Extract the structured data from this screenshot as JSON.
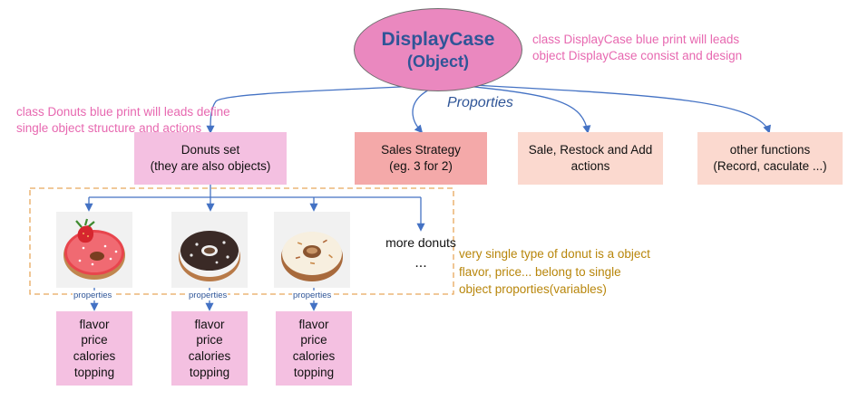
{
  "root": {
    "title": "DisplayCase",
    "subtitle": "(Object)"
  },
  "notes": {
    "displaycase": [
      "class DisplayCase blue print will leads",
      "object DisplayCase consist and design"
    ],
    "donuts_class": [
      "class Donuts blue print will leads define",
      "single object structure and actions"
    ],
    "single_object": [
      "very single type of donut is a object",
      "flavor, price... belong to single",
      "object proporties(variables)"
    ]
  },
  "properties_title": "Proporties",
  "children": [
    {
      "lines": [
        "Donuts set",
        "(they are also objects)"
      ]
    },
    {
      "lines": [
        "Sales Strategy",
        "(eg. 3 for 2)"
      ]
    },
    {
      "lines": [
        "Sale, Restock and Add",
        "actions"
      ]
    },
    {
      "lines": [
        "other functions",
        "(Record, caculate ...)"
      ]
    }
  ],
  "donuts": [
    {
      "name": "strawberry-donut",
      "property_label": "properties"
    },
    {
      "name": "chocolate-donut",
      "property_label": "properties"
    },
    {
      "name": "vanilla-donut",
      "property_label": "properties"
    }
  ],
  "more_donuts": {
    "label": "more donuts",
    "ellipsis": "..."
  },
  "attributes": [
    "flavor",
    "price",
    "calories",
    "topping"
  ],
  "colors": {
    "arrow": "#4472c4",
    "root_fill": "#ea88bf",
    "root_text": "#2f5597",
    "pink_note": "#e768b0",
    "gold_note": "#b8860b",
    "dashed_border": "#e8a85c"
  }
}
